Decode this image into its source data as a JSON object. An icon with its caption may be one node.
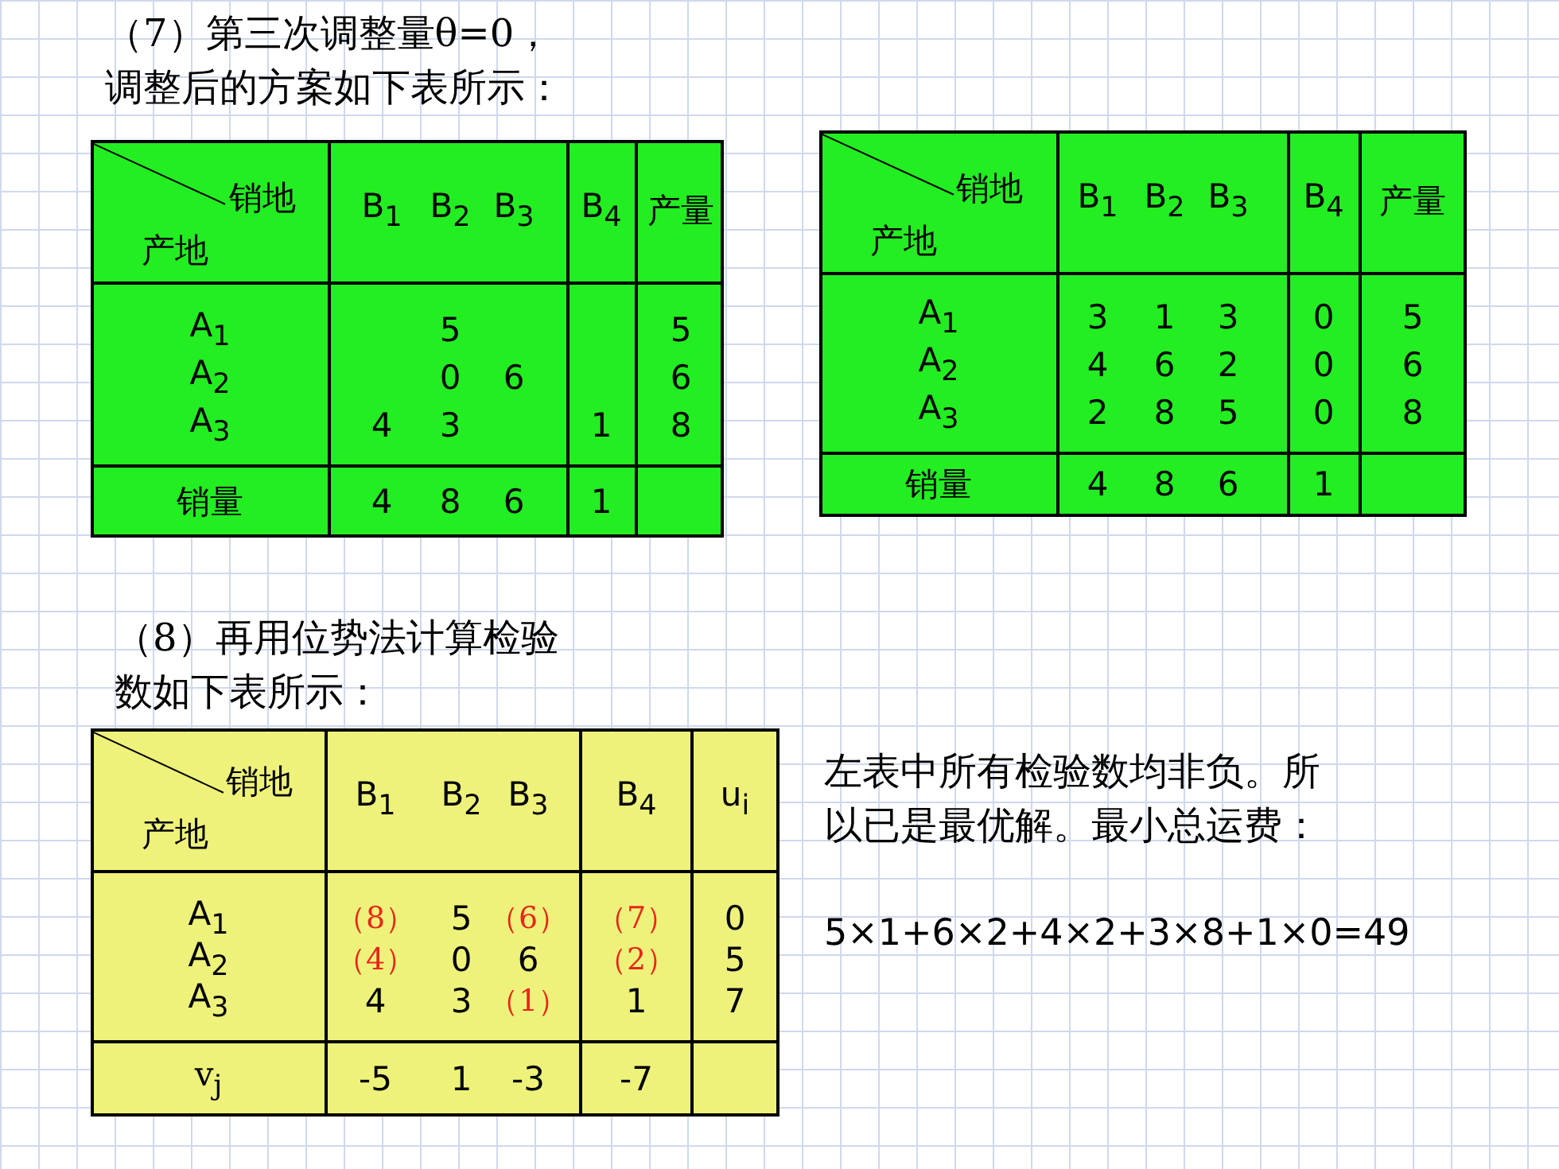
{
  "diagram": {
    "labels": [
      "（7）第三次调整量θ=0，调整后的方案如下表所示：",
      "销地",
      "产地",
      "B$_{1}$",
      "B$_{2}$",
      "B$_{3}$",
      "B$_{4}$",
      "产量",
      "A$_{1}$",
      "5",
      "5",
      "A$_{2}$",
      "0",
      "6",
      "6",
      "A$_{3}$",
      "4",
      "3",
      "1",
      "8",
      "销量",
      "4",
      "8",
      "6",
      "1",
      "销地",
      "产地",
      "B$_{1}$",
      "B$_{2}$",
      "B$_{3}$",
      "B$_{4}$",
      "产量",
      "A$_{1}$",
      "3",
      "1",
      "3",
      "0",
      "5",
      "A$_{2}$",
      "4",
      "6",
      "2",
      "0",
      "6",
      "A$_{3}$",
      "2",
      "8",
      "5",
      "0",
      "8",
      "销量",
      "4",
      "8",
      "6",
      "1",
      "（8）再用位势法计算检验数如下表所示：",
      "销地",
      "产地",
      "B$_{1}$",
      "B$_{2}$",
      "B$_{3}$",
      "B$_{4}$",
      "u$_{i}$",
      "A$_{1}$",
      "（8）",
      "5",
      "（6）",
      "（7）",
      "0",
      "A$_{2}$",
      "（4）",
      "0",
      "6",
      "（2）",
      "5",
      "A$_{3}$",
      "4",
      "3",
      "（1）",
      "1",
      "7",
      "v$_{j}$",
      "-5",
      "1",
      "-3",
      "-7",
      "左表中所有检验数均非负。所以已是最优解。最小总运费：",
      "5×1+6×2+4×2+3×8+1×0=49"
    ]
  }
}
